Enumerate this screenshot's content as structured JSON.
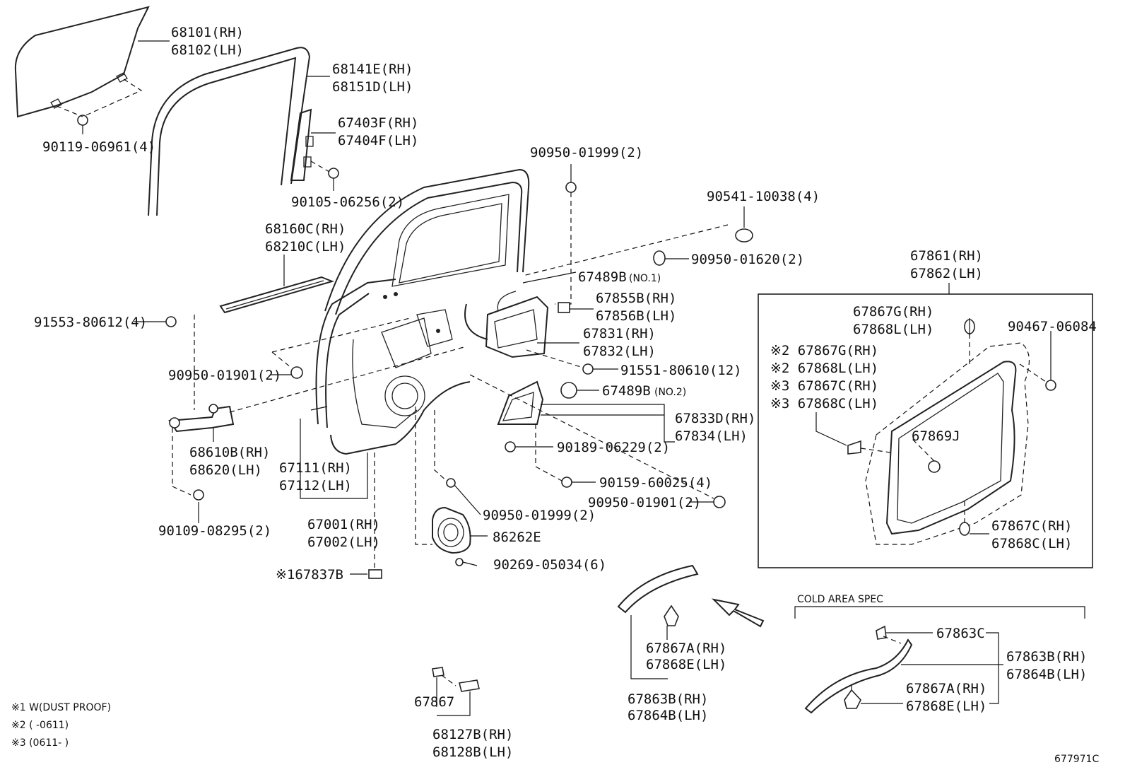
{
  "parts": {
    "p68101": "68101(RH)",
    "p68102": "68102(LH)",
    "p68141E": "68141E(RH)",
    "p68151D": "68151D(LH)",
    "p67403F": "67403F(RH)",
    "p67404F": "67404F(LH)",
    "p90119": "90119-06961(4)",
    "p90105": "90105-06256(2)",
    "p90950_01999a": "90950-01999(2)",
    "p90541": "90541-10038(4)",
    "p68160C": "68160C(RH)",
    "p68210C": "68210C(LH)",
    "p90950_01620": "90950-01620(2)",
    "p67489B_no1": "67489B",
    "no1": "(NO.1)",
    "p67855B": "67855B(RH)",
    "p67856B": "67856B(LH)",
    "p67831": "67831(RH)",
    "p67832": "67832(LH)",
    "p91553": "91553-80612(4)",
    "p91551": "91551-80610(12)",
    "p90950_01901a": "90950-01901(2)",
    "p67489B_no2": "67489B",
    "no2": "(NO.2)",
    "p67833D": "67833D(RH)",
    "p67834": "67834(LH)",
    "p68610B": "68610B(RH)",
    "p68620": "68620(LH)",
    "p90189": "90189-06229(2)",
    "p67111": "67111(RH)",
    "p67112": "67112(LH)",
    "p90159": "90159-60025(4)",
    "p90950_01901b": "90950-01901(2)",
    "p90109": "90109-08295(2)",
    "p67001": "67001(RH)",
    "p67002": "67002(LH)",
    "p90950_01999b": "90950-01999(2)",
    "p86262E": "86262E",
    "p67837B": "※167837B",
    "p90269": "90269-05034(6)",
    "p67861": "67861(RH)",
    "p67862": "67862(LH)",
    "p67867G_a": "67867G(RH)",
    "p67868L_a": "67868L(LH)",
    "p90467": "90467-06084",
    "p67867G_b": "※2 67867G(RH)",
    "p67868L_b": "※2 67868L(LH)",
    "p67867C_b": "※3 67867C(RH)",
    "p67868C_b": "※3 67868C(LH)",
    "p67869J": "67869J",
    "p67867C_c": "67867C(RH)",
    "p67868C_c": "67868C(LH)",
    "p67867A_a": "67867A(RH)",
    "p67868E_a": "67868E(LH)",
    "p67863B_a": "67863B(RH)",
    "p67864B_a": "67864B(LH)",
    "p67867": "67867",
    "p68127B": "68127B(RH)",
    "p68128B": "68128B(LH)",
    "p67863C": "67863C",
    "p67863B_b": "67863B(RH)",
    "p67864B_b": "67864B(LH)",
    "p67867A_b": "67867A(RH)",
    "p67868E_b": "67868E(LH)"
  },
  "cold_area_spec": "COLD AREA SPEC",
  "notes": {
    "n1": "※1  W(DUST PROOF)",
    "n2": "※2 (    -0611)",
    "n3": "※3 (0611-    )"
  },
  "figure_code": "677971C"
}
